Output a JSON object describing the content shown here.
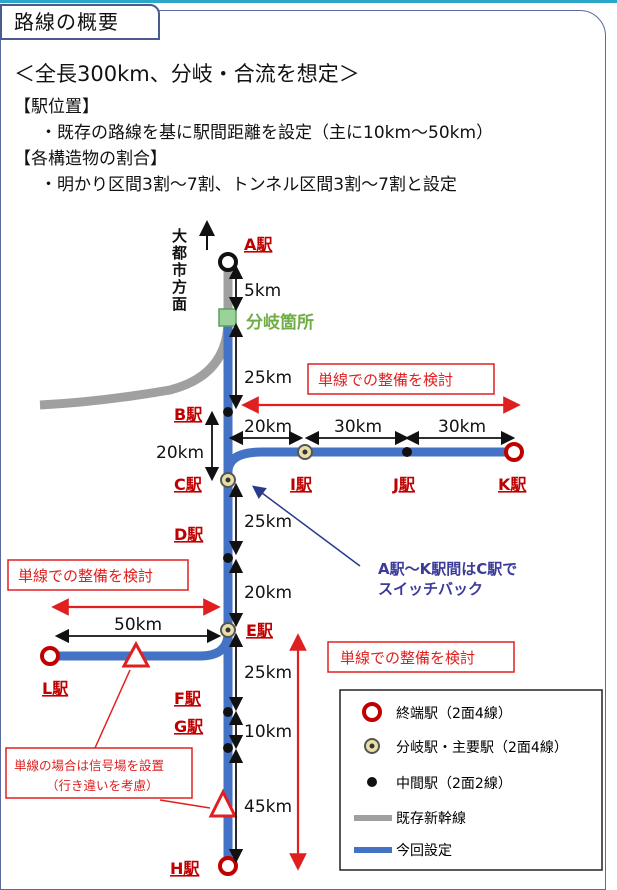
{
  "section_title": "路線の概要",
  "heading": "＜全長300km、分岐・合流を想定＞",
  "items": [
    {
      "label": "【駅位置】",
      "desc": "・既存の路線を基に駅間距離を設定（主に10km〜50km）"
    },
    {
      "label": "【各構造物の割合】",
      "desc": "・明かり区間3割〜7割、トンネル区間3割〜7割と設定"
    }
  ],
  "direction_label": "大都市方面",
  "stations": {
    "A": "A駅",
    "B": "B駅",
    "C": "C駅",
    "D": "D駅",
    "E": "E駅",
    "F": "F駅",
    "G": "G駅",
    "H": "H駅",
    "I": "I駅",
    "J": "J駅",
    "K": "K駅",
    "L": "L駅"
  },
  "branch_point": "分岐箇所",
  "distances": {
    "a_branch": "5km",
    "branch_b": "25km",
    "b_c": "20km",
    "c_d": "25km",
    "d_e": "20km",
    "e_f": "25km",
    "f_g": "10km",
    "g_h": "45km",
    "c_i": "20km",
    "i_j": "30km",
    "j_k": "30km",
    "e_l": "50km"
  },
  "notes": {
    "single_track_1": "単線での整備を検討",
    "single_track_2": "単線での整備を検討",
    "single_track_3": "単線での整備を検討",
    "switchback": [
      "A駅〜K駅間はC駅で",
      "スイッチバック"
    ],
    "signal_box": [
      "単線の場合は信号場を設置",
      "（行き違いを考慮）"
    ]
  },
  "legend": [
    {
      "icon": "terminal-station-icon",
      "label": "終端駅（2面4線）"
    },
    {
      "icon": "junction-station-icon",
      "label": "分岐駅・主要駅（2面4線）"
    },
    {
      "icon": "intermediate-station-icon",
      "label": "中間駅（2面2線）"
    },
    {
      "icon": "existing-line-icon",
      "label": "既存新幹線"
    },
    {
      "icon": "planned-line-icon",
      "label": "今回設定"
    }
  ],
  "colors": {
    "planned_line": "#4472c4",
    "existing_line": "#a0a0a0",
    "terminal": "#c00000",
    "station_label": "#c00000",
    "note_red": "#e02020",
    "branch_green": "#70ad47",
    "switchback_text": "#3b3b9a"
  }
}
